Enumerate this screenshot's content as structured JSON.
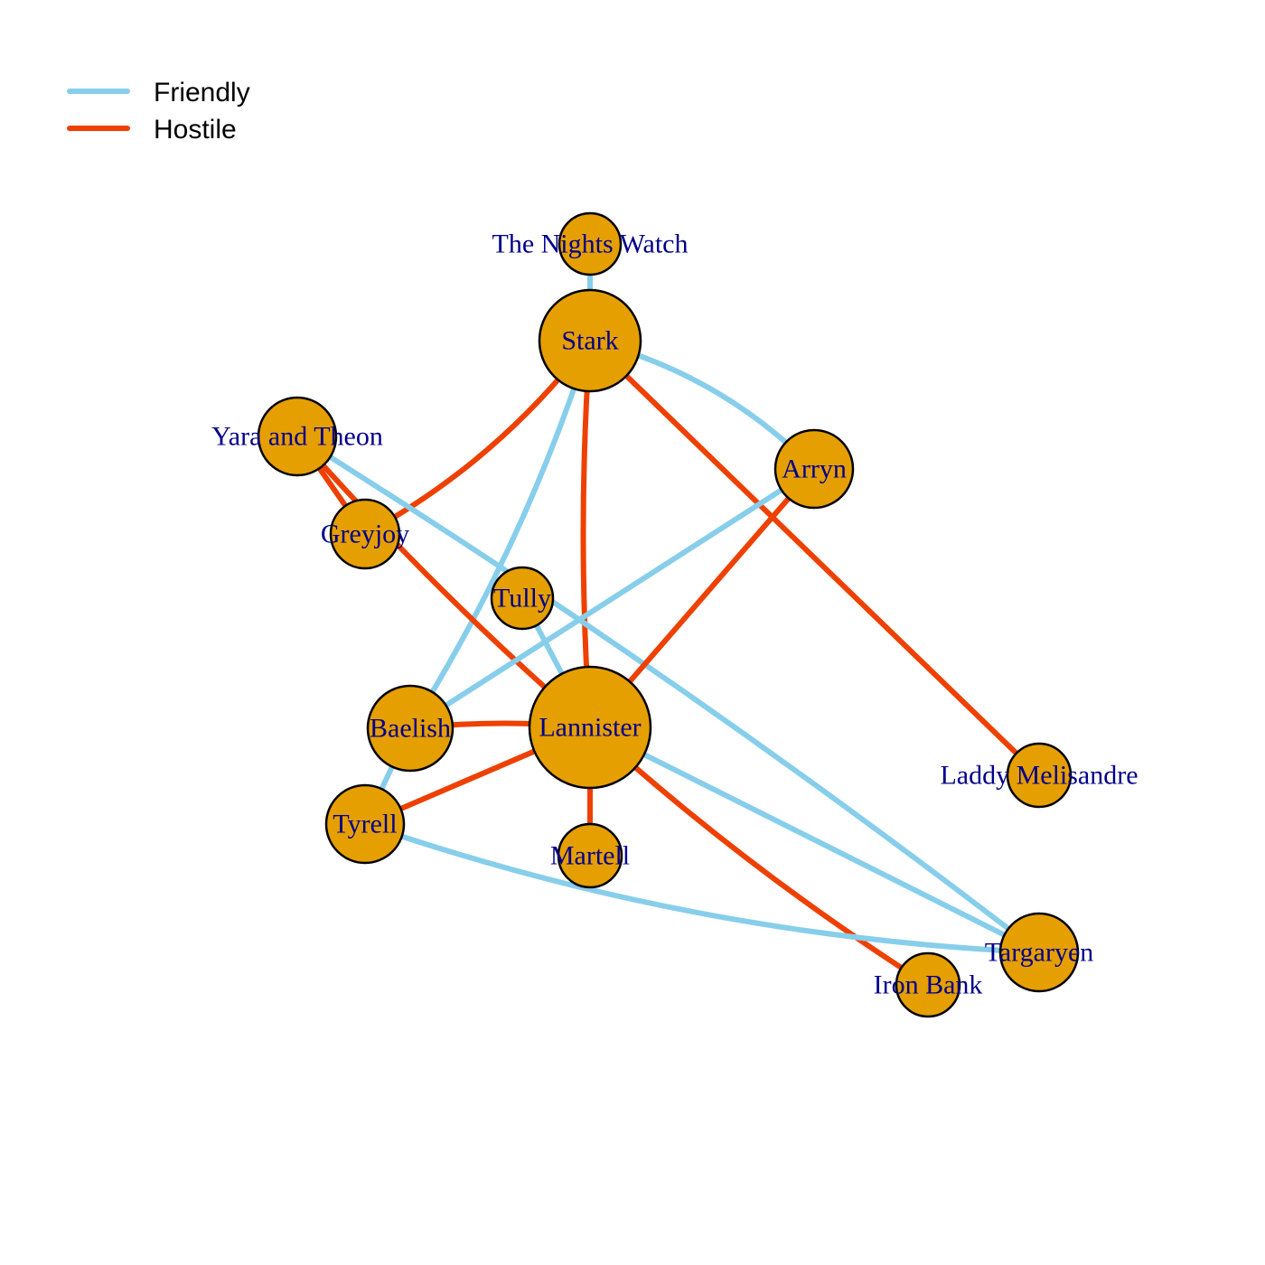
{
  "colors": {
    "friendly": "#87CEEB",
    "hostile": "#EE4000",
    "node_fill": "#E69F00",
    "node_stroke": "#000000",
    "label": "#00008B"
  },
  "legend": {
    "items": [
      {
        "label": "Friendly",
        "kind": "friendly"
      },
      {
        "label": "Hostile",
        "kind": "hostile"
      }
    ]
  },
  "nodes": [
    {
      "id": "nights_watch",
      "label": "The Nights Watch"
    },
    {
      "id": "stark",
      "label": "Stark"
    },
    {
      "id": "yara_theon",
      "label": "Yara and Theon"
    },
    {
      "id": "arryn",
      "label": "Arryn"
    },
    {
      "id": "greyjoy",
      "label": "Greyjoy"
    },
    {
      "id": "tully",
      "label": "Tully"
    },
    {
      "id": "baelish",
      "label": "Baelish"
    },
    {
      "id": "lannister",
      "label": "Lannister"
    },
    {
      "id": "laddy_melisandre",
      "label": "Laddy Melisandre"
    },
    {
      "id": "tyrell",
      "label": "Tyrell"
    },
    {
      "id": "martell",
      "label": "Martell"
    },
    {
      "id": "targaryen",
      "label": "Targaryen"
    },
    {
      "id": "iron_bank",
      "label": "Iron Bank"
    }
  ],
  "edges": [
    {
      "from": "stark",
      "to": "nights_watch",
      "type": "friendly"
    },
    {
      "from": "stark",
      "to": "arryn",
      "type": "friendly"
    },
    {
      "from": "stark",
      "to": "baelish",
      "type": "friendly"
    },
    {
      "from": "stark",
      "to": "greyjoy",
      "type": "hostile"
    },
    {
      "from": "stark",
      "to": "lannister",
      "type": "hostile"
    },
    {
      "from": "stark",
      "to": "laddy_melisandre",
      "type": "hostile"
    },
    {
      "from": "yara_theon",
      "to": "greyjoy",
      "type": "hostile"
    },
    {
      "from": "yara_theon",
      "to": "lannister",
      "type": "hostile"
    },
    {
      "from": "yara_theon",
      "to": "targaryen",
      "type": "friendly"
    },
    {
      "from": "arryn",
      "to": "baelish",
      "type": "friendly"
    },
    {
      "from": "arryn",
      "to": "lannister",
      "type": "hostile"
    },
    {
      "from": "tully",
      "to": "lannister",
      "type": "friendly"
    },
    {
      "from": "baelish",
      "to": "lannister",
      "type": "hostile"
    },
    {
      "from": "baelish",
      "to": "tyrell",
      "type": "friendly"
    },
    {
      "from": "lannister",
      "to": "tyrell",
      "type": "hostile"
    },
    {
      "from": "lannister",
      "to": "martell",
      "type": "hostile"
    },
    {
      "from": "lannister",
      "to": "targaryen",
      "type": "friendly"
    },
    {
      "from": "lannister",
      "to": "iron_bank",
      "type": "hostile"
    },
    {
      "from": "tyrell",
      "to": "targaryen",
      "type": "friendly"
    }
  ]
}
